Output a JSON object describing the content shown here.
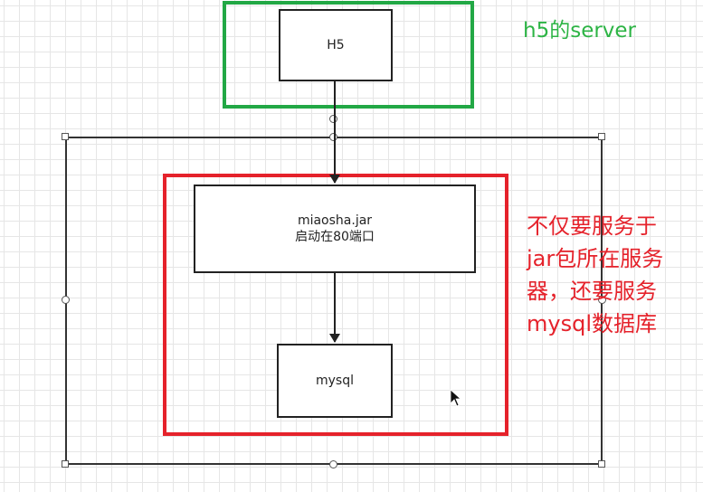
{
  "nodes": {
    "h5": {
      "label": "H5"
    },
    "jar": {
      "line1": "miaosha.jar",
      "line2": "启动在80端口"
    },
    "mysql": {
      "label": "mysql"
    }
  },
  "annotations": {
    "green_note": "h5的server",
    "red_note_lines": [
      "不仅要服务于",
      "jar包所在服务",
      "器，还要服务",
      "mysql数据库"
    ]
  },
  "colors": {
    "green": "#22a845",
    "red": "#e5222b",
    "line": "#222222"
  },
  "icons": {
    "cursor": "mouse-pointer-icon"
  }
}
